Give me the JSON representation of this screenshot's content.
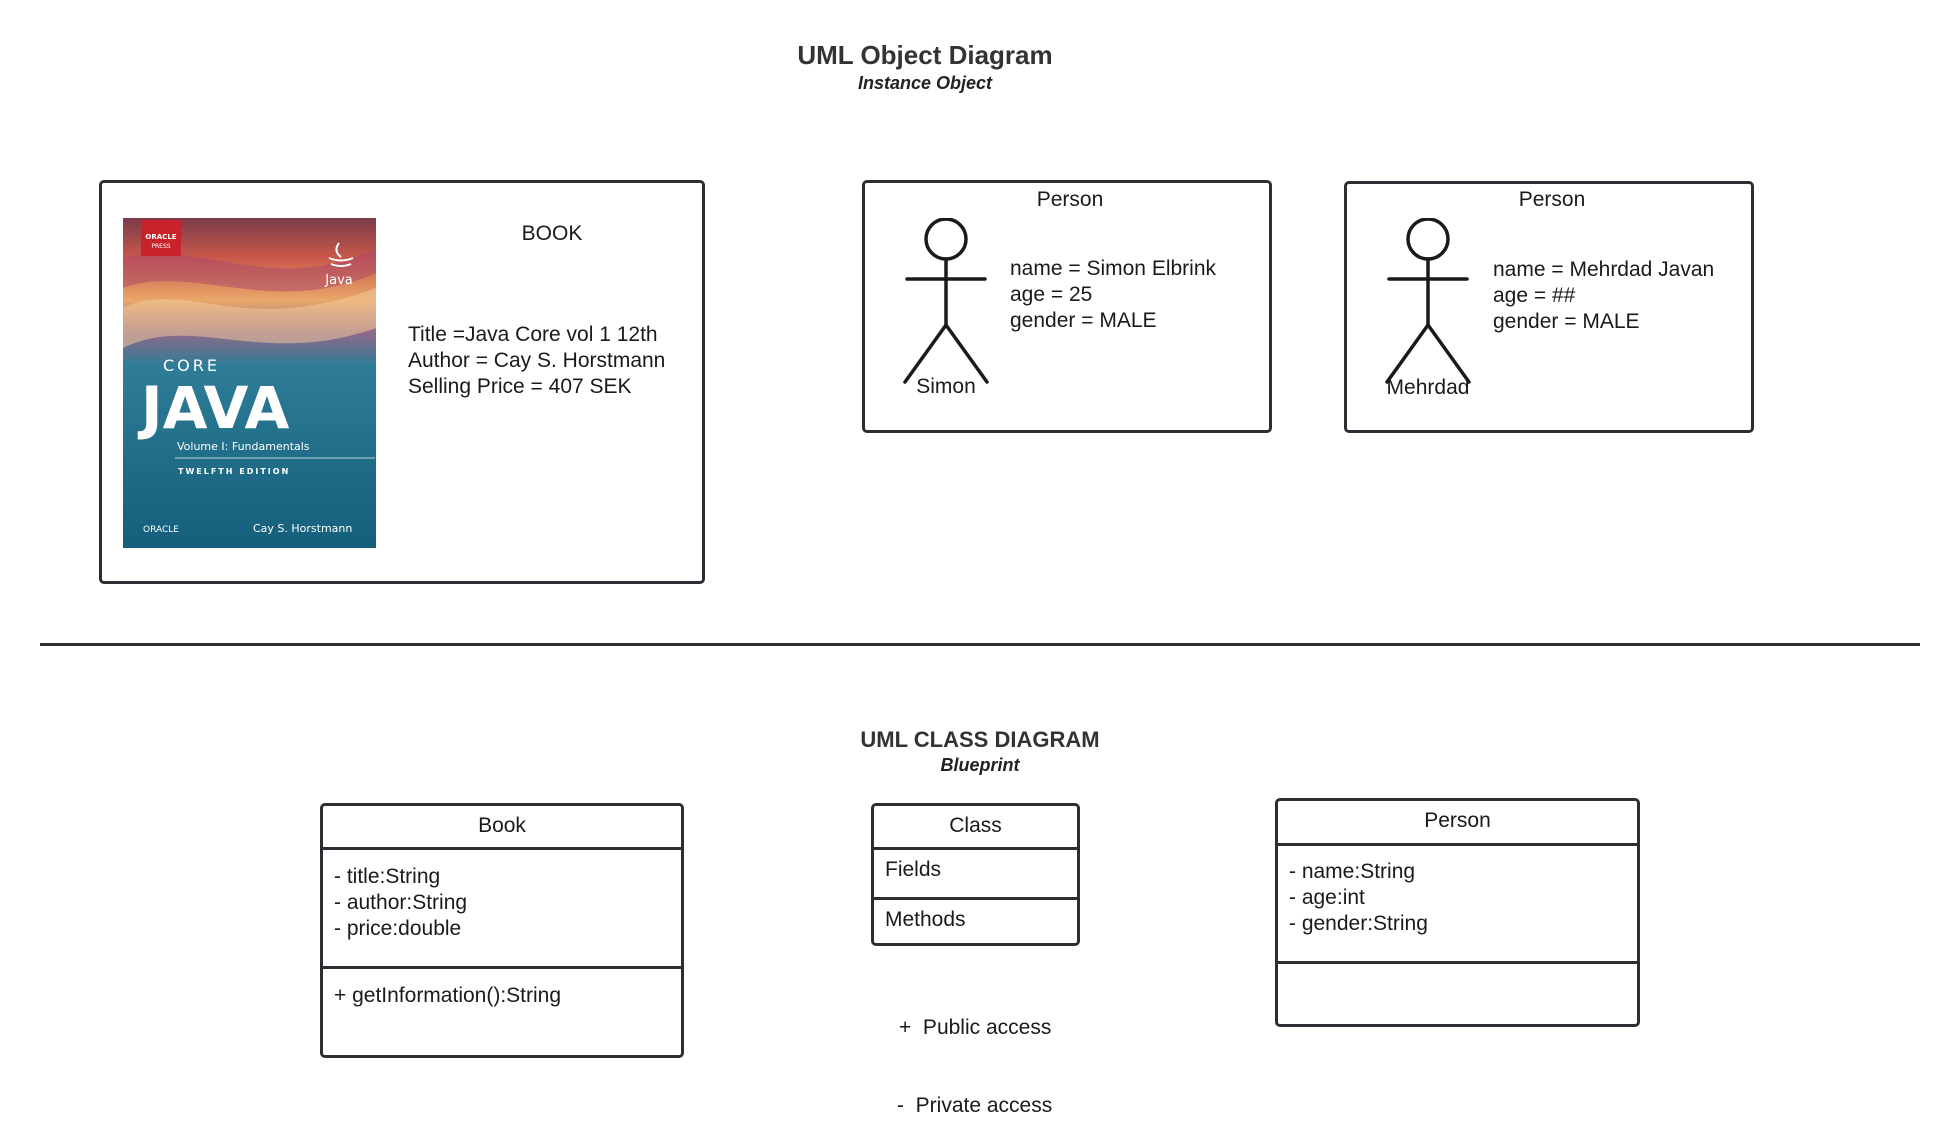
{
  "object_diagram": {
    "title": "UML Object Diagram",
    "subtitle": "Instance Object",
    "book_object": {
      "header": "BOOK",
      "lines": [
        "Title =Java Core vol 1 12th",
        "Author = Cay S. Horstmann",
        "Selling Price = 407 SEK"
      ],
      "cover": {
        "publisher_top": "ORACLE",
        "publisher_bottom": "PRESS",
        "java_logo": "Java",
        "series": "CORE",
        "name": "JAVA",
        "volume": "Volume I: Fundamentals",
        "edition": "TWELFTH EDITION",
        "brand": "ORACLE",
        "author": "Cay S. Horstmann",
        "colors": {
          "top": "#b24a3a",
          "mid": "#d88a52",
          "bottom": "#1a6f8a",
          "badge": "#c8232c"
        }
      }
    },
    "persons": [
      {
        "header": "Person",
        "figure_label": "Simon",
        "lines": [
          "name = Simon Elbrink",
          "age = 25",
          "gender = MALE"
        ]
      },
      {
        "header": "Person",
        "figure_label": "Mehrdad",
        "lines": [
          "name = Mehrdad Javan",
          "age = ##",
          "gender = MALE"
        ]
      }
    ]
  },
  "class_diagram": {
    "title": "UML CLASS DIAGRAM",
    "subtitle": "Blueprint",
    "book_class": {
      "name": "Book",
      "fields": [
        "- title:String",
        "- author:String",
        "- price:double"
      ],
      "methods": [
        "+ getInformation():String"
      ]
    },
    "legend_class": {
      "name": "Class",
      "fields_label": "Fields",
      "methods_label": "Methods",
      "access": [
        "+  Public access",
        "-  Private access"
      ]
    },
    "person_class": {
      "name": "Person",
      "fields": [
        "- name:String",
        "- age:int",
        "- gender:String"
      ],
      "methods": []
    }
  }
}
